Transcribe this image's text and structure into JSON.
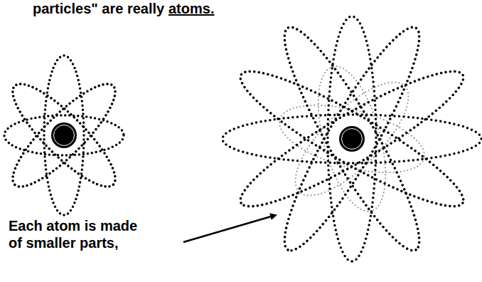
{
  "diagram": {
    "labels": [
      "particles\" are really",
      "atoms.",
      "Each atom is made of smaller parts,"
    ]
  }
}
